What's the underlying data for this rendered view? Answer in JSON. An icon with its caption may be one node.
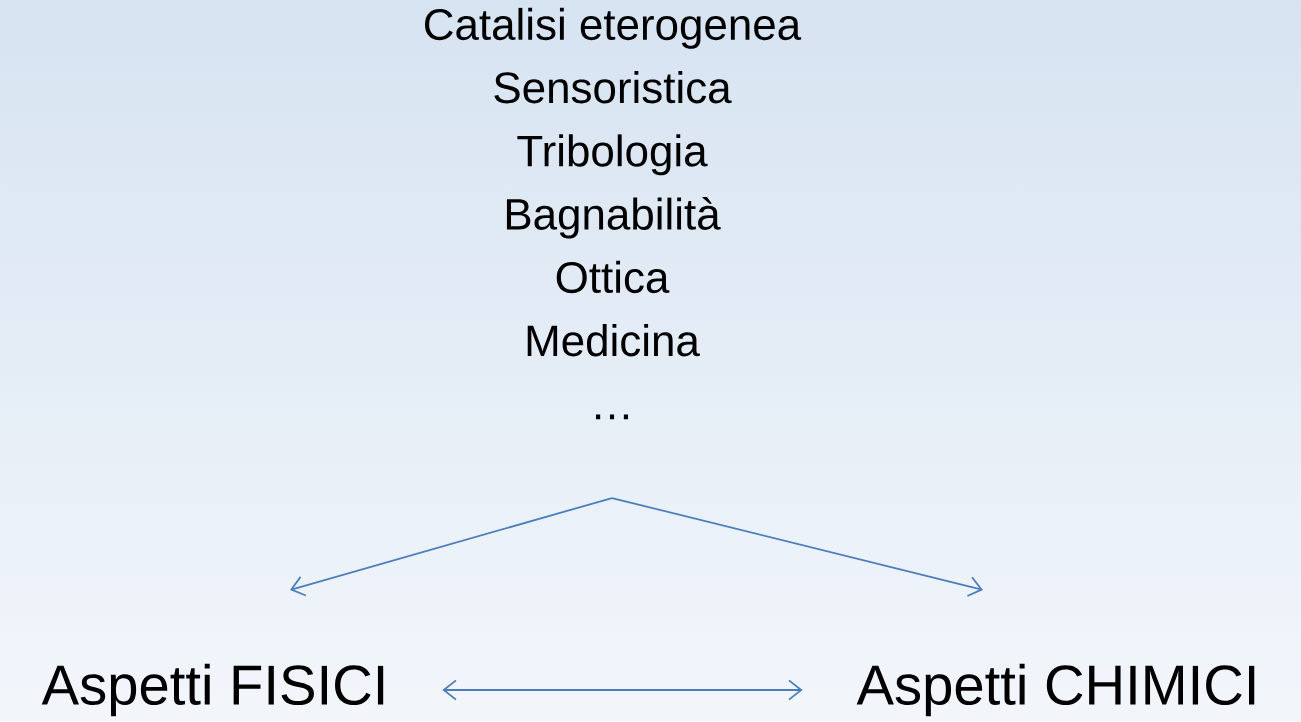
{
  "diagram": {
    "nodes": [
      {
        "text": [
          "Catalisi eterogenea",
          "Sensoristica",
          "Tribologia",
          "Bagnabilità",
          "Ottica",
          "Medicina",
          "…"
        ]
      },
      {
        "text": [
          "Aspetti FISICI"
        ]
      },
      {
        "text": [
          "Aspetti CHIMICI"
        ]
      }
    ],
    "edges": [
      {
        "from": 0,
        "to": 1,
        "arrow": "to"
      },
      {
        "from": 0,
        "to": 2,
        "arrow": "to"
      },
      {
        "from": 1,
        "to": 2,
        "arrow": "both"
      }
    ]
  }
}
